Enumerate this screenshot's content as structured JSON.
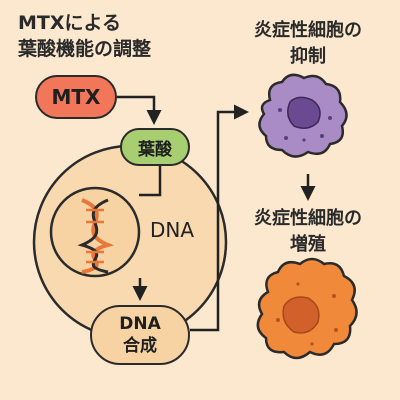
{
  "title": {
    "line1": "MTXによる",
    "line2": "葉酸機能の調整"
  },
  "nodes": {
    "mtx": "MTX",
    "folate": "葉酸",
    "dna": "DNA",
    "dna_synthesis": {
      "line1": "DNA",
      "line2": "合成"
    }
  },
  "right": {
    "inhibition": {
      "line1": "炎症性細胞の",
      "line2": "抑制"
    },
    "proliferation": {
      "line1": "炎症性細胞の",
      "line2": "増殖"
    }
  },
  "colors": {
    "background": "#fbe8cf",
    "cell": "#f8d9b0",
    "mtx": "#f2775a",
    "folate": "#a7cf72",
    "dna_helix": "#e8783a",
    "purple_cell": "#a98bc6",
    "orange_cell": "#f08a3a"
  },
  "icons": [
    "dna-helix-icon",
    "inflammatory-cell-purple-icon",
    "inflammatory-cell-orange-icon"
  ]
}
